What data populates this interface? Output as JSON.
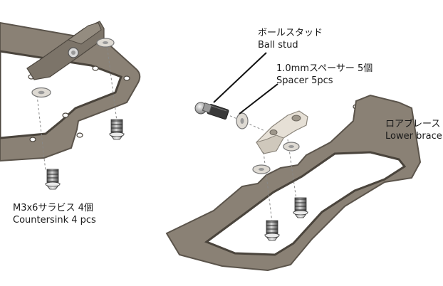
{
  "labels": {
    "ball_stud": {
      "jp": "ボールスタッド",
      "en": "Ball stud"
    },
    "spacer": {
      "jp": "1.0mmスペーサー 5個",
      "en": "Spacer 5pcs"
    },
    "lower_brace": {
      "jp": "ロアブレース",
      "en": "Lower brace"
    },
    "screws": {
      "jp": "M3x6サラビス 4個",
      "en": "Countersink   4 pcs"
    }
  },
  "colors": {
    "plate_fill": "#8a8175",
    "plate_edge": "#5b544b",
    "plate_shadow": "#4a443c",
    "bracket_fill": "#e6e0d6",
    "metal": "#c9c9c9",
    "metal_dark": "#6c6c6c",
    "line": "#111111",
    "dashed": "#888888"
  }
}
